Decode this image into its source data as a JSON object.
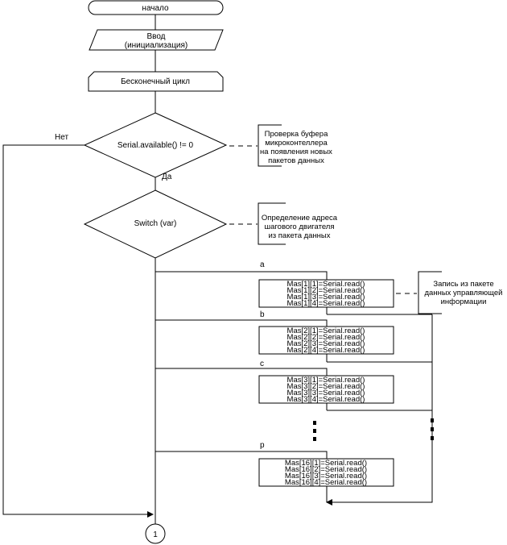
{
  "start": {
    "label": "начало"
  },
  "input": {
    "line1": "Ввод",
    "line2": "(инициализация)"
  },
  "loop": {
    "label": "Бесконечный цикл"
  },
  "condition": {
    "label": "Serial.available() != 0",
    "no": "Нет",
    "yes": "Да"
  },
  "note_buffer": {
    "lines": [
      "Проверка буфера",
      "микроконтеллера",
      "на появления новых",
      "пакетов данных"
    ]
  },
  "switch": {
    "label": "Switch (var)"
  },
  "note_address": {
    "lines": [
      "Определение адреса",
      "шагового двигателя",
      "из пакета данных"
    ]
  },
  "note_write": {
    "lines": [
      "Запись из пакете",
      "данных управляющей",
      "информации"
    ]
  },
  "cases": [
    {
      "label": "a",
      "lines": [
        "Mas[1][1]=Serial.read()",
        "Mas[1][2]=Serial.read()",
        "Mas[1][3]=Serial.read()",
        "Mas[1][4]=Serial.read()"
      ]
    },
    {
      "label": "b",
      "lines": [
        "Mas[2][1]=Serial.read()",
        "Mas[2][2]=Serial.read()",
        "Mas[2][3]=Serial.read()",
        "Mas[2][4]=Serial.read()"
      ]
    },
    {
      "label": "c",
      "lines": [
        "Mas[3][1]=Serial.read()",
        "Mas[3][2]=Serial.read()",
        "Mas[3][3]=Serial.read()",
        "Mas[3][4]=Serial.read()"
      ]
    },
    {
      "label": "p",
      "lines": [
        "Mas[16][1]=Serial.read()",
        "Mas[16][2]=Serial.read()",
        "Mas[16][3]=Serial.read()",
        "Mas[16][4]=Serial.read()"
      ]
    }
  ],
  "connector": {
    "label": "1"
  }
}
